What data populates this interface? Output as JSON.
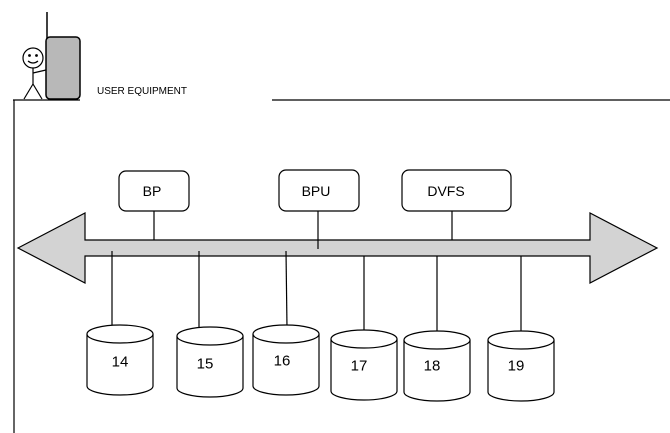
{
  "header": {
    "label": "USER EQUIPMENT",
    "icon": "person-with-phone-icon"
  },
  "bus": {
    "icon": "double-arrow-bus-icon",
    "fill_color": "#d3d3d3",
    "stroke_color": "#000000"
  },
  "units": [
    {
      "id": "bp",
      "label": "BP"
    },
    {
      "id": "bpu",
      "label": "BPU"
    },
    {
      "id": "dvfs",
      "label": "DVFS"
    }
  ],
  "storage": [
    {
      "label": "14"
    },
    {
      "label": "15"
    },
    {
      "label": "16"
    },
    {
      "label": "17"
    },
    {
      "label": "18"
    },
    {
      "label": "19"
    }
  ],
  "colors": {
    "phone_fill": "#b8b8b8",
    "line": "#000000",
    "background": "#ffffff"
  }
}
